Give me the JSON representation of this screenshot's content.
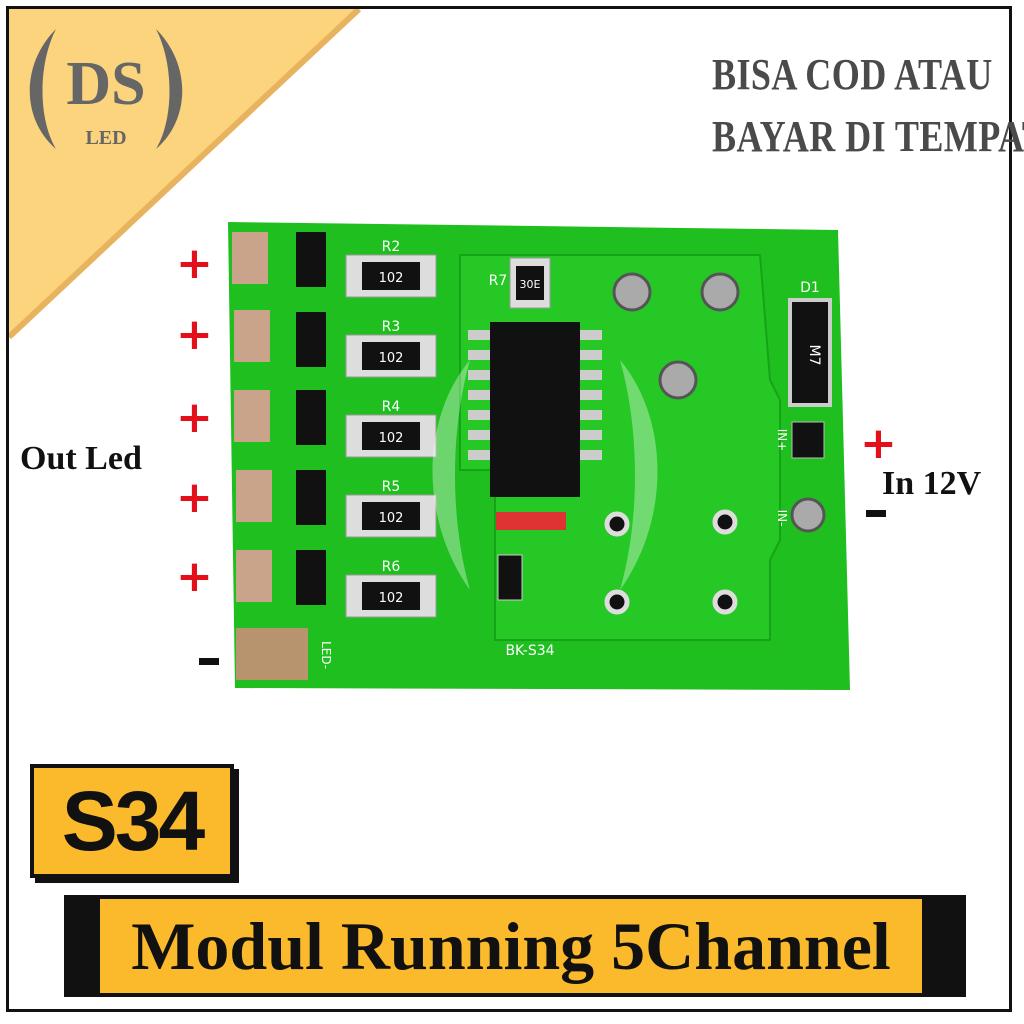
{
  "brand": {
    "logo_letters": "DS",
    "logo_sub": "LED"
  },
  "promo": {
    "line1": "BISA COD ATAU",
    "line2": "BAYAR DI TEMPAT"
  },
  "labels": {
    "out_led": "Out Led",
    "in_12v": "In 12V",
    "plus": "+",
    "minus": "-"
  },
  "pcb_silkscreen": {
    "resistors": [
      "R2",
      "R3",
      "R4",
      "R5",
      "R6"
    ],
    "resistor_value": "102",
    "r7": "R7",
    "r7_value": "30E",
    "diode": "D1",
    "diode_mark": "M7",
    "board_id": "BK-S34",
    "led_minus": "LED-",
    "in_plus": "IN+",
    "in_minus": "IN-"
  },
  "model_badge": "S34",
  "title_banner": "Modul Running 5Channel",
  "colors": {
    "accent_yellow": "#fbb92c",
    "corner_yellow": "#fdd47e",
    "pcb_green": "#1fbf1f",
    "plus_red": "#e3101a",
    "text_gray": "#4a4a4a"
  }
}
